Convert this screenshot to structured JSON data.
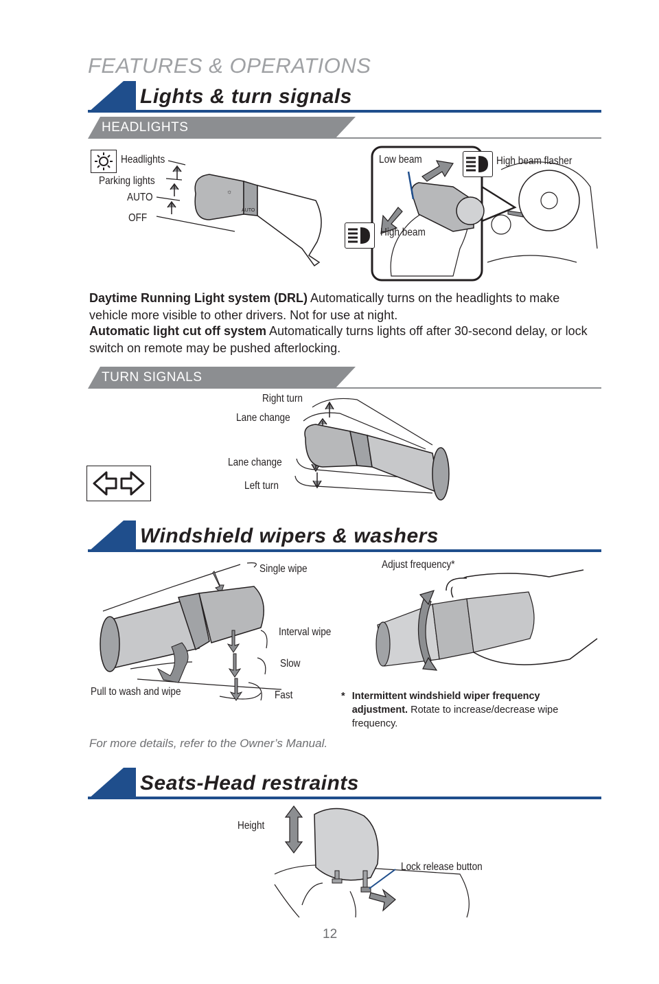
{
  "page": {
    "header": "FEATURES & OPERATIONS",
    "page_number": "12",
    "footnote": "For more details, refer to the Owner’s Manual."
  },
  "lights": {
    "title": "Lights & turn signals",
    "headlights_sub": "HEADLIGHTS",
    "switch_labels": {
      "headlights": "Headlights",
      "parking": "Parking lights",
      "auto": "AUTO",
      "off": "OFF"
    },
    "beam_labels": {
      "low": "Low beam",
      "high": "High beam",
      "flasher": "High beam flasher"
    },
    "drl_title": "Daytime Running Light system (DRL)",
    "drl_text": " Automatically turns on the headlights to make vehicle more visible to other drivers. Not for use at night.",
    "cutoff_title": "Automatic light cut off system",
    "cutoff_text": " Automatically turns lights off after 30-second delay, or lock switch on remote may be pushed afterlocking.",
    "turn_sub": "TURN SIGNALS",
    "turn_labels": {
      "right": "Right turn",
      "lane_up": "Lane change",
      "lane_down": "Lane change",
      "left": "Left turn"
    }
  },
  "wipers": {
    "title": "Windshield wipers & washers",
    "labels": {
      "single": "Single wipe",
      "interval": "Interval wipe",
      "slow": "Slow",
      "fast": "Fast",
      "wash": "Pull to wash and wipe",
      "adjust": "Adjust frequency*"
    },
    "note_star": "*",
    "note_bold": "Intermittent windshield wiper frequency adjustment.",
    "note_text": " Rotate to increase/decrease wipe frequency."
  },
  "seats": {
    "title": "Seats-Head restraints",
    "labels": {
      "height": "Height",
      "lock": "Lock release button"
    }
  },
  "icons": [
    "sun-headlight-icon",
    "high-beam-icon",
    "turn-signal-arrows-icon",
    "up-down-arrow-icon"
  ],
  "colors": {
    "accent": "#1f4e8c",
    "band": "#8c8e91"
  }
}
